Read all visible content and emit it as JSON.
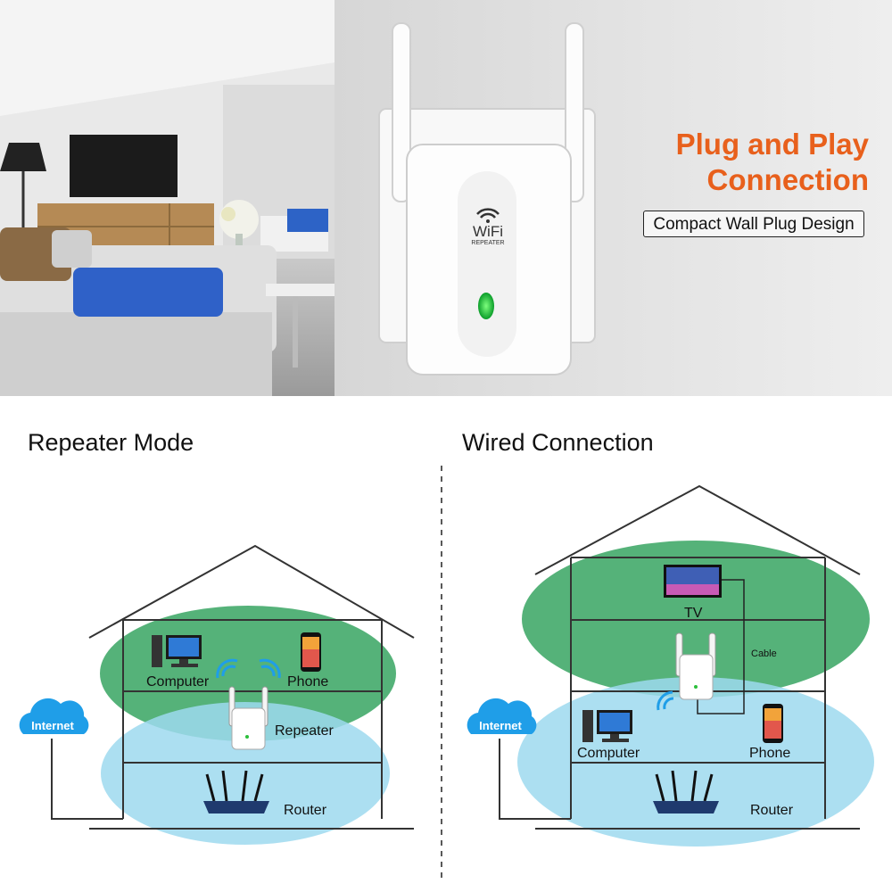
{
  "banner": {
    "headline_line1": "Plug and Play",
    "headline_line2": "Connection",
    "tagline": "Compact Wall Plug Design",
    "device_brand": "WiFi",
    "device_model": "REPEATER"
  },
  "colors": {
    "headline": "#e8601c",
    "repeater_zone": "#4cae72",
    "router_zone": "#9ed9ef",
    "cloud": "#1f9ee8"
  },
  "left_diagram": {
    "title": "Repeater Mode",
    "cloud_label": "Internet",
    "labels": {
      "computer": "Computer",
      "phone": "Phone",
      "repeater": "Repeater",
      "router": "Router"
    }
  },
  "right_diagram": {
    "title": "Wired Connection",
    "cloud_label": "Internet",
    "labels": {
      "tv": "TV",
      "cable": "Cable",
      "computer": "Computer",
      "phone": "Phone",
      "router": "Router"
    }
  }
}
